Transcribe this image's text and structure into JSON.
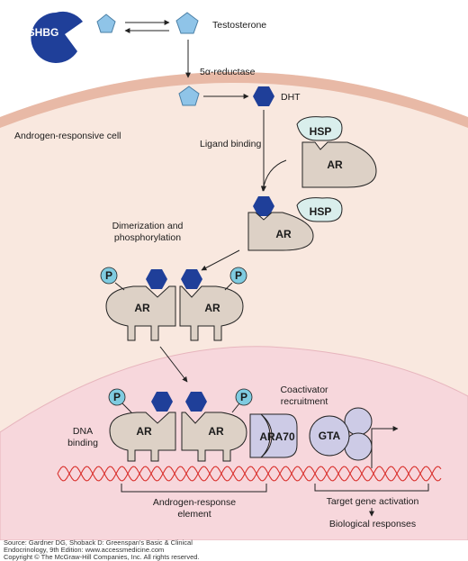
{
  "labels": {
    "shbg": "SHBG",
    "testosterone": "Testosterone",
    "reductase": "5α-reductase",
    "dht": "DHT",
    "cell": "Androgen-responsive cell",
    "ligand_binding": "Ligand binding",
    "hsp": "HSP",
    "ar": "AR",
    "dimerization_1": "Dimerization and",
    "dimerization_2": "phosphorylation",
    "p": "P",
    "coactivator_1": "Coactivator",
    "coactivator_2": "recruitment",
    "dna_binding_1": "DNA",
    "dna_binding_2": "binding",
    "ara70": "ARA70",
    "gta": "GTA",
    "are_1": "Androgen-response",
    "are_2": "element",
    "target_gene": "Target gene activation",
    "bio": "Biological responses"
  },
  "credit": {
    "source_1": "Source: Gardner DG, Shoback D: Greenspan's Basic & Clinical",
    "source_2": "Endocrinology, 9th Edition: www.accessmedicine.com",
    "copyright": "Copyright © The McGraw-Hill Companies, Inc. All rights reserved."
  },
  "colors": {
    "outer_cell": "#f9e8df",
    "cell_border": "#e8b9a6",
    "nucleus": "#f7d7dc",
    "testosterone": "#8fc4e8",
    "dht": "#1f3f99",
    "receptor": "#ddd1c6",
    "hsp": "#d9eeec",
    "coactivator": "#cdcbe6",
    "phosphate": "#7fcbe0",
    "dna": "#d9302c"
  }
}
